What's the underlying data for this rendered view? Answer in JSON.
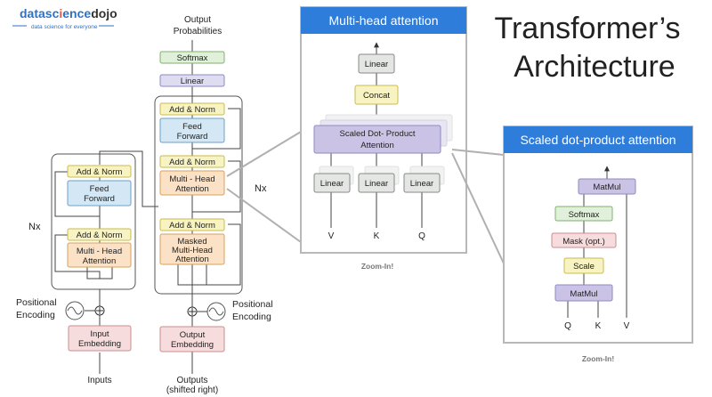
{
  "logo": {
    "part1": "data",
    "part2": "sc",
    "part3": "i",
    "part4": "ence",
    "part5": "dojo",
    "tagline": "data science for everyone"
  },
  "title": {
    "line1": "Transformer’s",
    "line2": "Architecture"
  },
  "encoder": {
    "add_norm_top": "Add & Norm",
    "feed_forward": [
      "Feed",
      "Forward"
    ],
    "add_norm_bottom": "Add & Norm",
    "attention": [
      "Multi - Head",
      "Attention"
    ],
    "nx": "Nx",
    "positional": [
      "Positional",
      "Encoding"
    ],
    "embedding": [
      "Input",
      "Embedding"
    ],
    "inputs": "Inputs"
  },
  "decoder": {
    "output_probs": [
      "Output",
      "Probabilities"
    ],
    "softmax": "Softmax",
    "linear": "Linear",
    "add_norm_1": "Add & Norm",
    "feed_forward": [
      "Feed",
      "Forward"
    ],
    "add_norm_2": "Add & Norm",
    "attention": [
      "Multi - Head",
      "Attention"
    ],
    "add_norm_3": "Add & Norm",
    "masked_attention": [
      "Masked",
      "Multi-Head",
      "Attention"
    ],
    "nx": "Nx",
    "positional": [
      "Positional",
      "Encoding"
    ],
    "embedding": [
      "Output",
      "Embedding"
    ],
    "outputs": [
      "Outputs",
      "(shifted right)"
    ]
  },
  "mha": {
    "header": "Multi-head attention",
    "linear_top": "Linear",
    "concat": "Concat",
    "sdpa": [
      "Scaled Dot- Product",
      "Attention"
    ],
    "linear_v": "Linear",
    "linear_k": "Linear",
    "linear_q": "Linear",
    "v": "V",
    "k": "K",
    "q": "Q",
    "zoom": "Zoom-In!"
  },
  "sdp": {
    "header": "Scaled dot-product attention",
    "matmul_top": "MatMul",
    "softmax": "Softmax",
    "mask": "Mask (opt.)",
    "scale": "Scale",
    "matmul_bottom": "MatMul",
    "q": "Q",
    "k": "K",
    "v": "V",
    "zoom": "Zoom-In!"
  },
  "colors": {
    "green": "#e0f0da",
    "green_border": "#7fb06f",
    "yellow": "#f7f3c2",
    "yellow_border": "#c8bd4d",
    "blue": "#d3e7f4",
    "blue_border": "#6ca0c7",
    "orange": "#fbe2c6",
    "orange_border": "#d9a15d",
    "pink": "#f6dcdc",
    "pink_border": "#c88e8e",
    "lavender": "#dddcf0",
    "lavender_border": "#8e8ac0",
    "purple": "#cbc3e6",
    "gray": "#e4e6e3",
    "header_blue": "#2f7ddb"
  }
}
